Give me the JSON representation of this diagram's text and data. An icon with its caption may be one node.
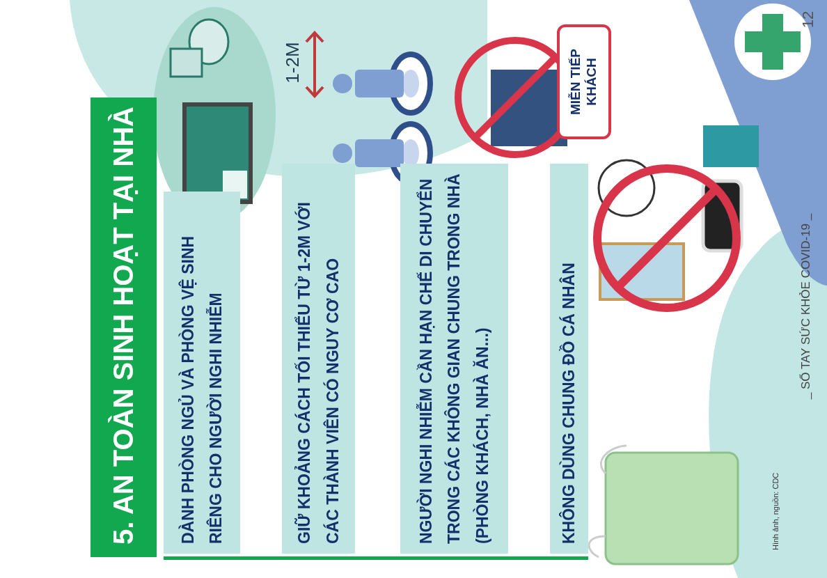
{
  "diagram": {
    "title": "5. AN TOÀN SINH HOẠT TẠI NHÀ",
    "nodes": [
      {
        "text": [
          "DÀNH PHÒNG NGỦ VÀ PHÒNG VỆ SINH RIÊNG CHO NGƯỜI NGHI NHIỄM"
        ]
      },
      {
        "text": [
          "GIỮ KHOẢNG CÁCH TỐI THIỂU TỪ 1-2M VỚI CÁC THÀNH VIÊN CÓ NGUY CƠ CAO"
        ]
      },
      {
        "text": [
          "NGƯỜI NGHI NHIỄM CẦN HẠN CHẾ DI CHUYỂN TRONG CÁC KHÔNG GIAN CHUNG TRONG NHÀ (PHÒNG KHÁCH, NHÀ ĂN...)"
        ]
      },
      {
        "text": [
          "KHÔNG DÙNG CHUNG ĐỒ CÁ NHÂN"
        ]
      },
      {
        "text": [
          "MIỄN TIẾP KHÁCH"
        ]
      }
    ],
    "labels": [
      "1-2M",
      "12",
      "_ SỔ TAY SỨC KHỎE COVID-19 _",
      "Hình ảnh, nguồn: CDC"
    ]
  }
}
